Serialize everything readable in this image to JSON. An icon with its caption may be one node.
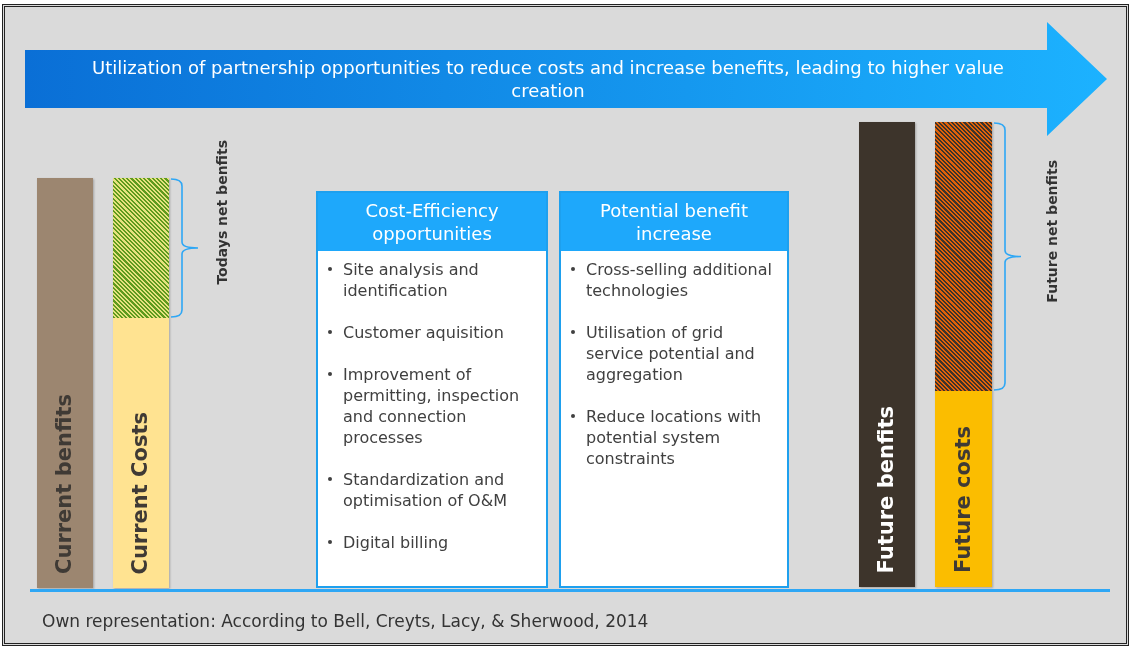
{
  "diagram": {
    "caption": "Own representation: According to Bell, Creyts, Lacy, & Sherwood, 2014",
    "nodes": [
      {
        "text": [
          "Utilization of partnership opportunities to reduce costs and increase benefits, leading to higher value creation"
        ]
      },
      {
        "text": [
          "Current benfits"
        ]
      },
      {
        "text": [],
        "shape": "bar"
      },
      {
        "text": [
          "Current Costs"
        ]
      },
      {
        "text": [
          "Cost-Efficiency opportunities",
          "Site analysis and identification",
          "Customer aquisition",
          "Improvement of permitting, inspection and connection processes",
          "Standardization and optimisation of O&M",
          "Digital billing"
        ]
      },
      {
        "text": [
          "Potential benefit increase",
          "Cross-selling additional technologies",
          "Utilisation of grid service potential and aggregation",
          "Reduce locations with potential system constraints"
        ]
      },
      {
        "text": [
          "Future benfits"
        ]
      },
      {
        "text": [],
        "shape": "bar"
      },
      {
        "text": [
          "Future costs"
        ]
      }
    ],
    "edges": [],
    "labels": [
      "Todays net benfits",
      "Future net benfits"
    ]
  }
}
